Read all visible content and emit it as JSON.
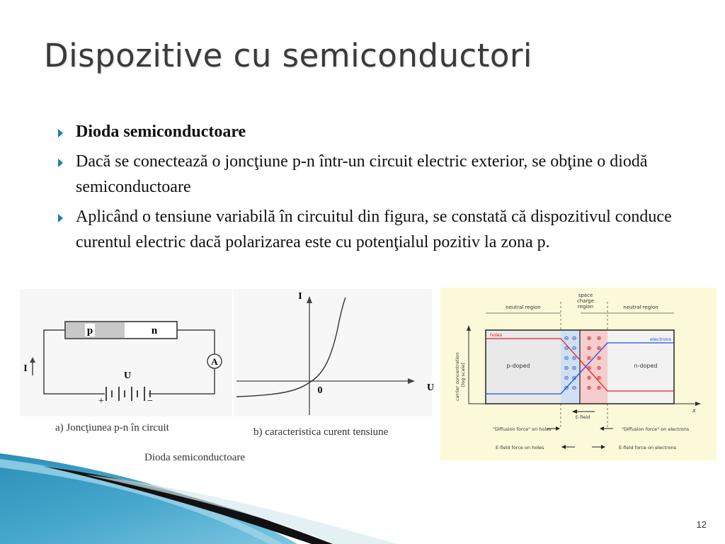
{
  "slide": {
    "title": "Dispozitive cu semiconductori",
    "page_number": "12"
  },
  "bullets": [
    {
      "text": "Dioda semiconductoare",
      "bold": true
    },
    {
      "text": "Dacă se conectează o joncţiune p-n într-un circuit electric exterior, se obţine o diodă semiconductoare",
      "bold": false
    },
    {
      "text": "Aplicând o tensiune variabilă în circuitul din figura, se constată că dispozitivul conduce curentul electric dacă polarizarea este cu potenţialul pozitiv la zona p.",
      "bold": false
    }
  ],
  "figure_left": {
    "circuit": {
      "p_label": "p",
      "n_label": "n",
      "current_label": "I",
      "voltage_label": "U",
      "ammeter_label": "A",
      "plus": "+",
      "minus": "−"
    },
    "graph": {
      "y_label": "I",
      "x_label": "U",
      "origin": "0"
    },
    "caption_a": "a) Joncţiunea p-n în circuit",
    "caption_b": "b) caracteristica curent tensiune",
    "caption_main": "Dioda semiconductoare"
  },
  "figure_right": {
    "neutral_left": "neutral region",
    "space_charge": [
      "space",
      "charge",
      "region"
    ],
    "neutral_right": "neutral region",
    "y_axis": [
      "carrier concentration",
      "[log scale]"
    ],
    "holes": "holes",
    "electrons": "electrons",
    "p_doped": "p-doped",
    "n_doped": "n-doped",
    "x_axis": "x",
    "efield": "E-field",
    "diffusion_holes": "\"Diffusion force\" on holes",
    "diffusion_electrons": "\"Diffusion force\" on electrons",
    "efield_holes": "E-field force on holes",
    "efield_electrons": "E-field force on electrons",
    "colors": {
      "background": "#fbf9d8",
      "holes_line": "#e02020",
      "electrons_line": "#2050e0",
      "depletion_blue": "#cfe0f5",
      "depletion_red": "#f6cccc",
      "p_region": "#e9e9e9",
      "n_region": "#f2f2f2"
    }
  }
}
